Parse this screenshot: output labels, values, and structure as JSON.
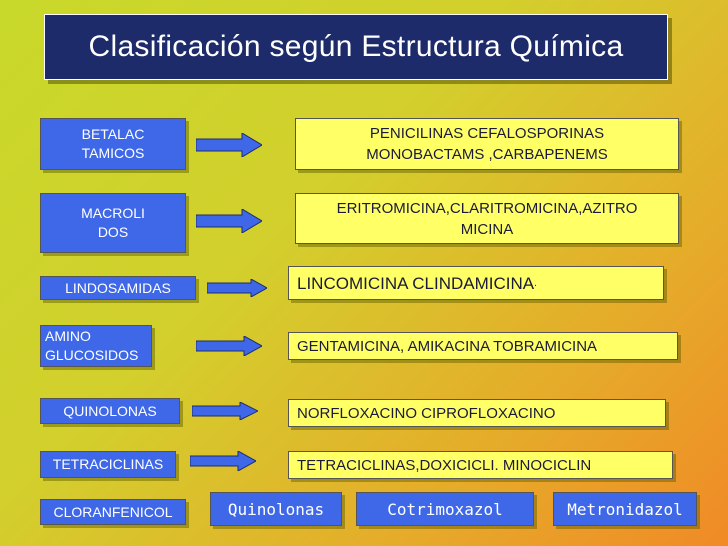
{
  "title": "Clasificación  según  Estructura Química",
  "rows": [
    {
      "category": "BETALAC\nTAMICOS",
      "drugs": "PENICILINAS  CEFALOSPORINAS\nMONOBACTAMS ,CARBAPENEMS"
    },
    {
      "category": "MACROLI\nDOS",
      "drugs": "ERITROMICINA,CLARITROMICINA,AZITRO\nMICINA"
    },
    {
      "category": "LINDOSAMIDAS",
      "drugs": "LINCOMICINA  CLINDAMICINA",
      "drugs_suffix": "."
    },
    {
      "category": "  AMINO\nGLUCOSIDOS",
      "drugs": "GENTAMICINA, AMIKACINA  TOBRAMICINA"
    },
    {
      "category": "QUINOLONAS",
      "drugs": "NORFLOXACINO CIPROFLOXACINO"
    },
    {
      "category": "TETRACICLINAS",
      "drugs": "TETRACICLINAS,DOXICICLI. MINOCICLIN"
    },
    {
      "category": "CLORANFENICOL"
    }
  ],
  "extra_classes": [
    "Quinolonas",
    "Cotrimoxazol",
    "Metronidazol"
  ],
  "colors": {
    "title_bg": "#1d2b6b",
    "category_bg": "#3e68e8",
    "drug_bg": "#ffff66",
    "arrow": "#3e68e8"
  }
}
